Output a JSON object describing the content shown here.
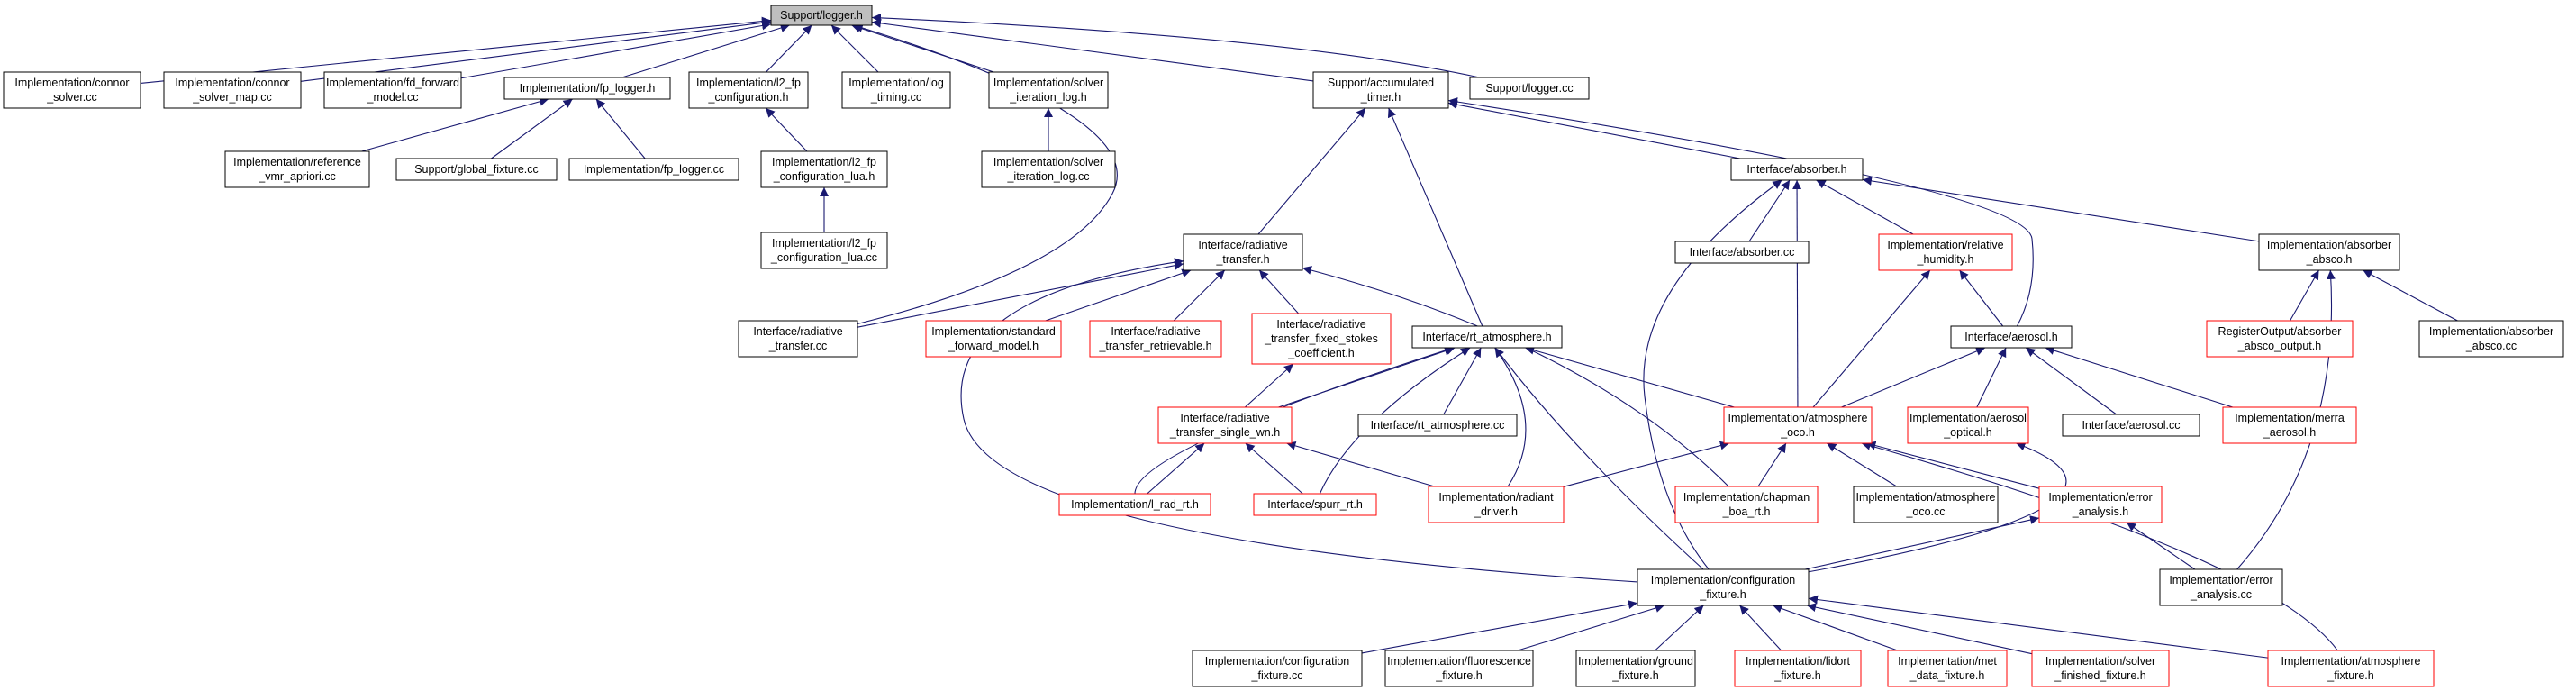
{
  "graph": {
    "colors": {
      "background": "#ffffff",
      "edge": "#191970",
      "node_border_normal": "#000000",
      "node_border_truncated": "#ff0000",
      "root_fill": "#bfbfbf",
      "node_fill": "#ffffff"
    },
    "nodes": [
      {
        "id": "logger_h",
        "lines": [
          "Support/logger.h"
        ],
        "style": "root"
      },
      {
        "id": "connor_solver_cc",
        "lines": [
          "Implementation/connor",
          "_solver.cc"
        ],
        "style": "normal"
      },
      {
        "id": "connor_solver_map_cc",
        "lines": [
          "Implementation/connor",
          "_solver_map.cc"
        ],
        "style": "normal"
      },
      {
        "id": "fd_forward_model_cc",
        "lines": [
          "Implementation/fd_forward",
          "_model.cc"
        ],
        "style": "normal"
      },
      {
        "id": "fp_logger_h",
        "lines": [
          "Implementation/fp_logger.h"
        ],
        "style": "normal"
      },
      {
        "id": "l2_fp_configuration_h",
        "lines": [
          "Implementation/l2_fp",
          "_configuration.h"
        ],
        "style": "normal"
      },
      {
        "id": "log_timing_cc",
        "lines": [
          "Implementation/log",
          "_timing.cc"
        ],
        "style": "normal"
      },
      {
        "id": "solver_iteration_log_h",
        "lines": [
          "Implementation/solver",
          "_iteration_log.h"
        ],
        "style": "normal"
      },
      {
        "id": "accumulated_timer_h",
        "lines": [
          "Support/accumulated",
          "_timer.h"
        ],
        "style": "normal"
      },
      {
        "id": "logger_cc",
        "lines": [
          "Support/logger.cc"
        ],
        "style": "normal"
      },
      {
        "id": "reference_vmr_apriori_cc",
        "lines": [
          "Implementation/reference",
          "_vmr_apriori.cc"
        ],
        "style": "normal"
      },
      {
        "id": "global_fixture_cc",
        "lines": [
          "Support/global_fixture.cc"
        ],
        "style": "normal"
      },
      {
        "id": "fp_logger_cc",
        "lines": [
          "Implementation/fp_logger.cc"
        ],
        "style": "normal"
      },
      {
        "id": "l2_fp_configuration_lua_h",
        "lines": [
          "Implementation/l2_fp",
          "_configuration_lua.h"
        ],
        "style": "normal"
      },
      {
        "id": "solver_iteration_log_cc",
        "lines": [
          "Implementation/solver",
          "_iteration_log.cc"
        ],
        "style": "normal"
      },
      {
        "id": "l2_fp_configuration_lua_cc",
        "lines": [
          "Implementation/l2_fp",
          "_configuration_lua.cc"
        ],
        "style": "normal"
      },
      {
        "id": "absorber_h",
        "lines": [
          "Interface/absorber.h"
        ],
        "style": "normal"
      },
      {
        "id": "radiative_transfer_h",
        "lines": [
          "Interface/radiative",
          "_transfer.h"
        ],
        "style": "normal"
      },
      {
        "id": "absorber_cc",
        "lines": [
          "Interface/absorber.cc"
        ],
        "style": "normal"
      },
      {
        "id": "relative_humidity_h",
        "lines": [
          "Implementation/relative",
          "_humidity.h"
        ],
        "style": "truncated"
      },
      {
        "id": "absorber_absco_h",
        "lines": [
          "Implementation/absorber",
          "_absco.h"
        ],
        "style": "normal"
      },
      {
        "id": "radiative_transfer_cc",
        "lines": [
          "Interface/radiative",
          "_transfer.cc"
        ],
        "style": "normal"
      },
      {
        "id": "standard_forward_model_h",
        "lines": [
          "Implementation/standard",
          "_forward_model.h"
        ],
        "style": "truncated"
      },
      {
        "id": "radiative_transfer_retrievable_h",
        "lines": [
          "Interface/radiative",
          "_transfer_retrievable.h"
        ],
        "style": "truncated"
      },
      {
        "id": "radiative_transfer_fixed_stokes_coefficient_h",
        "lines": [
          "Interface/radiative",
          "_transfer_fixed_stokes",
          "_coefficient.h"
        ],
        "style": "truncated"
      },
      {
        "id": "rt_atmosphere_h",
        "lines": [
          "Interface/rt_atmosphere.h"
        ],
        "style": "normal"
      },
      {
        "id": "aerosol_h",
        "lines": [
          "Interface/aerosol.h"
        ],
        "style": "normal"
      },
      {
        "id": "register_output_absorber_absco_output_h",
        "lines": [
          "RegisterOutput/absorber",
          "_absco_output.h"
        ],
        "style": "truncated"
      },
      {
        "id": "absorber_absco_cc",
        "lines": [
          "Implementation/absorber",
          "_absco.cc"
        ],
        "style": "normal"
      },
      {
        "id": "radiative_transfer_single_wn_h",
        "lines": [
          "Interface/radiative",
          "_transfer_single_wn.h"
        ],
        "style": "truncated"
      },
      {
        "id": "rt_atmosphere_cc",
        "lines": [
          "Interface/rt_atmosphere.cc"
        ],
        "style": "normal"
      },
      {
        "id": "atmosphere_oco_h",
        "lines": [
          "Implementation/atmosphere",
          "_oco.h"
        ],
        "style": "truncated"
      },
      {
        "id": "aerosol_optical_h",
        "lines": [
          "Implementation/aerosol",
          "_optical.h"
        ],
        "style": "truncated"
      },
      {
        "id": "aerosol_cc",
        "lines": [
          "Interface/aerosol.cc"
        ],
        "style": "normal"
      },
      {
        "id": "merra_aerosol_h",
        "lines": [
          "Implementation/merra",
          "_aerosol.h"
        ],
        "style": "truncated"
      },
      {
        "id": "l_rad_rt_h",
        "lines": [
          "Implementation/l_rad_rt.h"
        ],
        "style": "truncated"
      },
      {
        "id": "spurr_rt_h",
        "lines": [
          "Interface/spurr_rt.h"
        ],
        "style": "truncated"
      },
      {
        "id": "radiant_driver_h",
        "lines": [
          "Implementation/radiant",
          "_driver.h"
        ],
        "style": "truncated"
      },
      {
        "id": "chapman_boa_rt_h",
        "lines": [
          "Implementation/chapman",
          "_boa_rt.h"
        ],
        "style": "truncated"
      },
      {
        "id": "atmosphere_oco_cc",
        "lines": [
          "Implementation/atmosphere",
          "_oco.cc"
        ],
        "style": "normal"
      },
      {
        "id": "error_analysis_h",
        "lines": [
          "Implementation/error",
          "_analysis.h"
        ],
        "style": "truncated"
      },
      {
        "id": "configuration_fixture_h",
        "lines": [
          "Implementation/configuration",
          "_fixture.h"
        ],
        "style": "normal"
      },
      {
        "id": "error_analysis_cc",
        "lines": [
          "Implementation/error",
          "_analysis.cc"
        ],
        "style": "normal"
      },
      {
        "id": "configuration_fixture_cc",
        "lines": [
          "Implementation/configuration",
          "_fixture.cc"
        ],
        "style": "normal"
      },
      {
        "id": "fluorescence_fixture_h",
        "lines": [
          "Implementation/fluorescence",
          "_fixture.h"
        ],
        "style": "normal"
      },
      {
        "id": "ground_fixture_h",
        "lines": [
          "Implementation/ground",
          "_fixture.h"
        ],
        "style": "normal"
      },
      {
        "id": "lidort_fixture_h",
        "lines": [
          "Implementation/lidort",
          "_fixture.h"
        ],
        "style": "truncated"
      },
      {
        "id": "met_data_fixture_h",
        "lines": [
          "Implementation/met",
          "_data_fixture.h"
        ],
        "style": "truncated"
      },
      {
        "id": "solver_finished_fixture_h",
        "lines": [
          "Implementation/solver",
          "_finished_fixture.h"
        ],
        "style": "truncated"
      },
      {
        "id": "atmosphere_fixture_h",
        "lines": [
          "Implementation/atmosphere",
          "_fixture.h"
        ],
        "style": "truncated"
      }
    ],
    "edges": [
      [
        "logger_h",
        "connor_solver_cc"
      ],
      [
        "logger_h",
        "connor_solver_map_cc"
      ],
      [
        "logger_h",
        "fd_forward_model_cc"
      ],
      [
        "logger_h",
        "fp_logger_h"
      ],
      [
        "logger_h",
        "l2_fp_configuration_h"
      ],
      [
        "logger_h",
        "log_timing_cc"
      ],
      [
        "logger_h",
        "solver_iteration_log_h"
      ],
      [
        "logger_h",
        "accumulated_timer_h"
      ],
      [
        "logger_h",
        "logger_cc"
      ],
      [
        "logger_h",
        "radiative_transfer_cc"
      ],
      [
        "fp_logger_h",
        "reference_vmr_apriori_cc"
      ],
      [
        "fp_logger_h",
        "global_fixture_cc"
      ],
      [
        "fp_logger_h",
        "fp_logger_cc"
      ],
      [
        "l2_fp_configuration_h",
        "l2_fp_configuration_lua_h"
      ],
      [
        "l2_fp_configuration_lua_h",
        "l2_fp_configuration_lua_cc"
      ],
      [
        "solver_iteration_log_h",
        "solver_iteration_log_cc"
      ],
      [
        "accumulated_timer_h",
        "absorber_h"
      ],
      [
        "accumulated_timer_h",
        "radiative_transfer_h"
      ],
      [
        "accumulated_timer_h",
        "rt_atmosphere_h"
      ],
      [
        "accumulated_timer_h",
        "aerosol_h"
      ],
      [
        "absorber_h",
        "absorber_cc"
      ],
      [
        "absorber_h",
        "relative_humidity_h"
      ],
      [
        "absorber_h",
        "absorber_absco_h"
      ],
      [
        "absorber_h",
        "atmosphere_oco_h"
      ],
      [
        "absorber_h",
        "configuration_fixture_h"
      ],
      [
        "relative_humidity_h",
        "aerosol_h"
      ],
      [
        "relative_humidity_h",
        "atmosphere_oco_h"
      ],
      [
        "absorber_absco_h",
        "register_output_absorber_absco_output_h"
      ],
      [
        "absorber_absco_h",
        "absorber_absco_cc"
      ],
      [
        "absorber_absco_h",
        "error_analysis_cc"
      ],
      [
        "radiative_transfer_h",
        "radiative_transfer_cc"
      ],
      [
        "radiative_transfer_h",
        "standard_forward_model_h"
      ],
      [
        "radiative_transfer_h",
        "radiative_transfer_retrievable_h"
      ],
      [
        "radiative_transfer_h",
        "radiative_transfer_fixed_stokes_coefficient_h"
      ],
      [
        "radiative_transfer_h",
        "chapman_boa_rt_h"
      ],
      [
        "radiative_transfer_h",
        "configuration_fixture_h"
      ],
      [
        "radiative_transfer_fixed_stokes_coefficient_h",
        "radiative_transfer_single_wn_h"
      ],
      [
        "rt_atmosphere_h",
        "radiative_transfer_single_wn_h"
      ],
      [
        "rt_atmosphere_h",
        "rt_atmosphere_cc"
      ],
      [
        "rt_atmosphere_h",
        "atmosphere_oco_h"
      ],
      [
        "rt_atmosphere_h",
        "l_rad_rt_h"
      ],
      [
        "rt_atmosphere_h",
        "spurr_rt_h"
      ],
      [
        "rt_atmosphere_h",
        "radiant_driver_h"
      ],
      [
        "rt_atmosphere_h",
        "configuration_fixture_h"
      ],
      [
        "aerosol_h",
        "atmosphere_oco_h"
      ],
      [
        "aerosol_h",
        "aerosol_optical_h"
      ],
      [
        "aerosol_h",
        "aerosol_cc"
      ],
      [
        "aerosol_h",
        "merra_aerosol_h"
      ],
      [
        "aerosol_optical_h",
        "configuration_fixture_h"
      ],
      [
        "radiative_transfer_single_wn_h",
        "l_rad_rt_h"
      ],
      [
        "radiative_transfer_single_wn_h",
        "spurr_rt_h"
      ],
      [
        "radiative_transfer_single_wn_h",
        "radiant_driver_h"
      ],
      [
        "atmosphere_oco_h",
        "radiant_driver_h"
      ],
      [
        "atmosphere_oco_h",
        "chapman_boa_rt_h"
      ],
      [
        "atmosphere_oco_h",
        "atmosphere_oco_cc"
      ],
      [
        "atmosphere_oco_h",
        "error_analysis_h"
      ],
      [
        "atmosphere_oco_h",
        "atmosphere_fixture_h"
      ],
      [
        "error_analysis_h",
        "configuration_fixture_h"
      ],
      [
        "error_analysis_h",
        "error_analysis_cc"
      ],
      [
        "configuration_fixture_h",
        "configuration_fixture_cc"
      ],
      [
        "configuration_fixture_h",
        "fluorescence_fixture_h"
      ],
      [
        "configuration_fixture_h",
        "ground_fixture_h"
      ],
      [
        "configuration_fixture_h",
        "lidort_fixture_h"
      ],
      [
        "configuration_fixture_h",
        "met_data_fixture_h"
      ],
      [
        "configuration_fixture_h",
        "solver_finished_fixture_h"
      ],
      [
        "configuration_fixture_h",
        "atmosphere_fixture_h"
      ]
    ]
  }
}
